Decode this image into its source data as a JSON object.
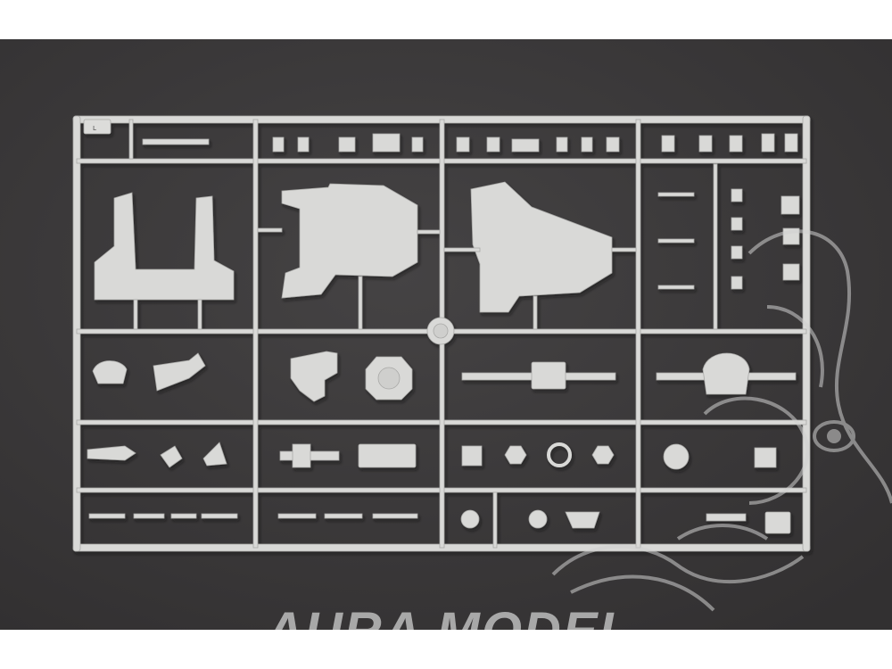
{
  "photo": {
    "subject": "plastic-model-sprue",
    "background_color": "#3d3b3c",
    "plastic_color": "#d9d9d7",
    "shadow_color": "#9a9a98"
  },
  "sprue": {
    "frame_tag": "L"
  },
  "watermark": {
    "text": "AURA MODEL",
    "color": "#cfcfcf"
  }
}
